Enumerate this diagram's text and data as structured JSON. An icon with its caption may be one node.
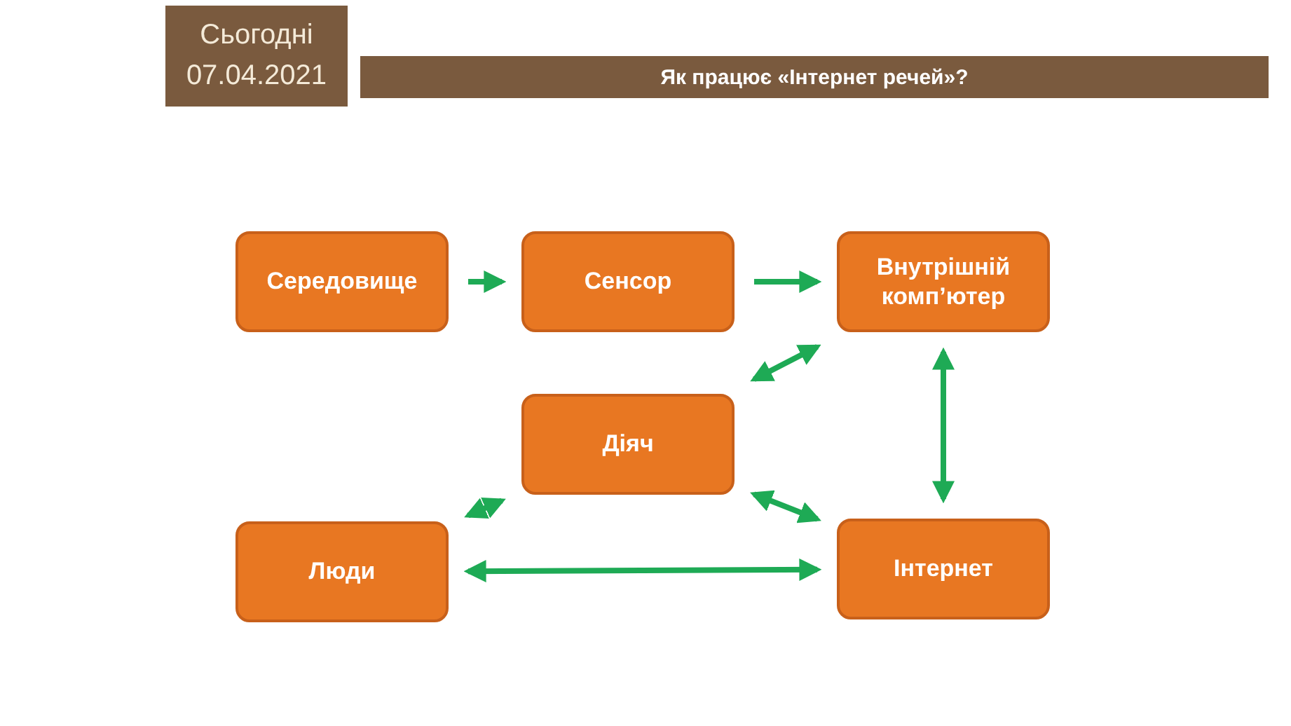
{
  "diagram": {
    "title": "Як працює «Інтернет речей»?",
    "nodes": [
      {
        "text": [
          "Середовище"
        ]
      },
      {
        "text": [
          "Сенсор"
        ]
      },
      {
        "text": [
          "Внутрішній комп’ютер"
        ]
      },
      {
        "text": [
          "Діяч"
        ]
      },
      {
        "text": [
          "Люди"
        ]
      },
      {
        "text": [
          "Інтернет"
        ]
      }
    ],
    "edges": [
      {
        "from": 0,
        "to": 1,
        "arrow": "to"
      },
      {
        "from": 1,
        "to": 2,
        "arrow": "to"
      },
      {
        "from": 2,
        "to": 3,
        "arrow": "both"
      },
      {
        "from": 2,
        "to": 5,
        "arrow": "both"
      },
      {
        "from": 3,
        "to": 4,
        "arrow": "both"
      },
      {
        "from": 3,
        "to": 5,
        "arrow": "both"
      },
      {
        "from": 4,
        "to": 5,
        "arrow": "both"
      }
    ],
    "labels": [
      "Сьогодні",
      "07.04.2021"
    ]
  }
}
